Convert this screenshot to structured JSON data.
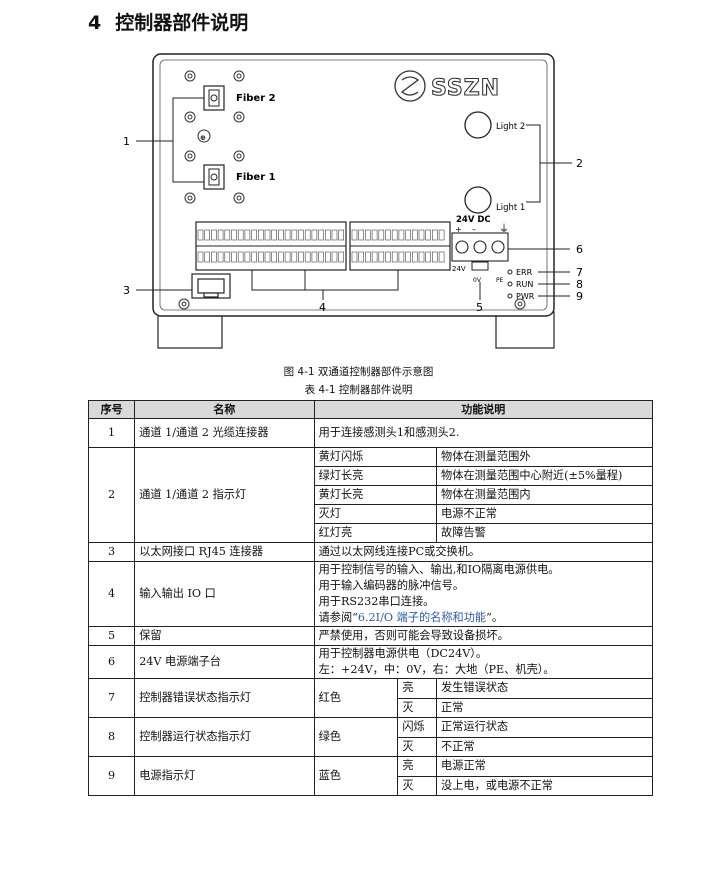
{
  "heading": {
    "number": "4",
    "title": "控制器部件说明"
  },
  "figure": {
    "brand": "SSZN",
    "fiber2": "Fiber 2",
    "fiber1": "Fiber 1",
    "light2": "Light 2",
    "light1": "Light 1",
    "power_label": "24V DC",
    "power_bottom": "24V",
    "zero_v": "0V",
    "pe": "PE",
    "err": "ERR",
    "run": "RUN",
    "pwr": "PWR",
    "callouts": [
      "1",
      "2",
      "3",
      "4",
      "5",
      "6",
      "7",
      "8",
      "9"
    ],
    "caption": "图 4-1 双通道控制器部件示意图"
  },
  "table": {
    "caption": "表 4-1 控制器部件说明",
    "headers": [
      "序号",
      "名称",
      "功能说明"
    ],
    "r1": {
      "no": "1",
      "name": "通道 1/通道 2 光缆连接器",
      "desc": "用于连接感测头1和感测头2."
    },
    "r2": {
      "no": "2",
      "name": "通道 1/通道 2 指示灯",
      "rows": [
        {
          "state": "黄灯闪烁",
          "meaning": "物体在测量范围外"
        },
        {
          "state": "绿灯长亮",
          "meaning": "物体在测量范围中心附近(±5%量程)"
        },
        {
          "state": "黄灯长亮",
          "meaning": "物体在测量范围内"
        },
        {
          "state": "灭灯",
          "meaning": "电源不正常"
        },
        {
          "state": "红灯亮",
          "meaning": "故障告警"
        }
      ]
    },
    "r3": {
      "no": "3",
      "name": "以太网接口 RJ45 连接器",
      "desc": "通过以太网线连接PC或交换机。"
    },
    "r4": {
      "no": "4",
      "name": "输入输出 IO 口",
      "l1": "用于控制信号的输入、输出,和IO隔离电源供电。",
      "l2": "用于输入编码器的脉冲信号。",
      "l3": "用于RS232串口连接。",
      "l4_pre": "请参阅“",
      "l4_link": "6.2I/O 端子的名称和功能",
      "l4_post": "”。"
    },
    "r5": {
      "no": "5",
      "name": "保留",
      "desc": "严禁使用，否则可能会导致设备损坏。"
    },
    "r6": {
      "no": "6",
      "name": "24V 电源端子台",
      "l1": "用于控制器电源供电（DC24V）。",
      "l2": "左：+24V，中：0V，右：大地（PE、机壳）。"
    },
    "r7": {
      "no": "7",
      "name": "控制器错误状态指示灯",
      "color": "红色",
      "s1": "亮",
      "m1": "发生错误状态",
      "s2": "灭",
      "m2": "正常"
    },
    "r8": {
      "no": "8",
      "name": "控制器运行状态指示灯",
      "color": "绿色",
      "s1": "闪烁",
      "m1": "正常运行状态",
      "s2": "灭",
      "m2": "不正常"
    },
    "r9": {
      "no": "9",
      "name": "电源指示灯",
      "color": "蓝色",
      "s1": "亮",
      "m1": "电源正常",
      "s2": "灭",
      "m2": "没上电，或电源不正常"
    }
  }
}
